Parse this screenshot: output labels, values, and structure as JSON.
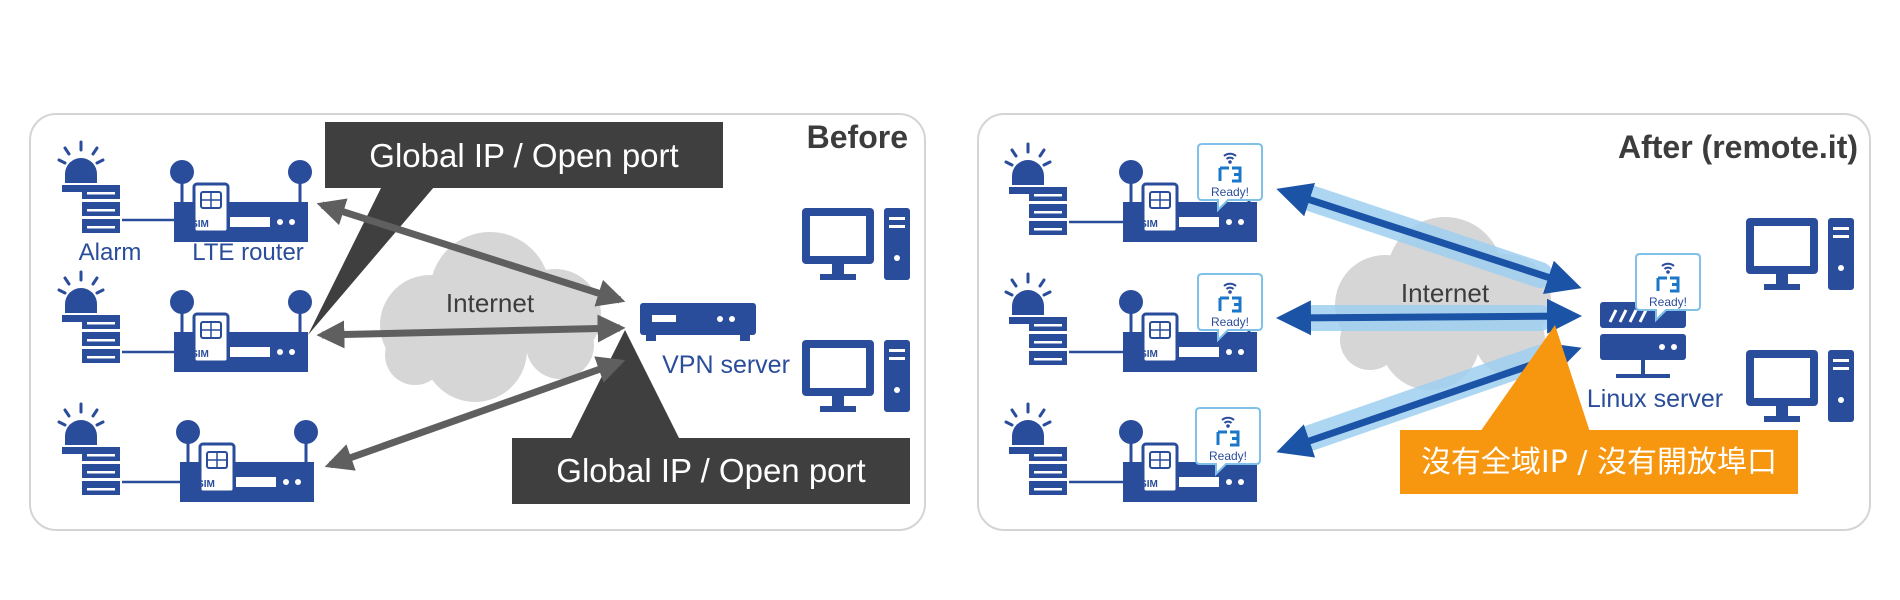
{
  "before": {
    "title": "Before",
    "labels": {
      "alarm": "Alarm",
      "router": "LTE router",
      "server": "VPN server",
      "cloud": "Internet"
    },
    "callout_top": "Global IP / Open port",
    "callout_bottom": "Global IP / Open port"
  },
  "after": {
    "title": "After (remote.it)",
    "labels": {
      "server": "Linux server",
      "cloud": "Internet"
    },
    "badge_text": "Ready!",
    "callout": "沒有全域IP / 沒有開放埠口"
  },
  "sim_label": "SIM",
  "colors": {
    "device_blue": "#2a4d9b",
    "arrow_gray": "#5f5f5f",
    "callout_dark": "#3f3f3f",
    "callout_orange": "#f7960f",
    "tunnel_light": "#9fcff0",
    "tunnel_core": "#1b53a6",
    "cloud_gray": "#d6d6d6",
    "badge_border": "#7fc1e8"
  }
}
